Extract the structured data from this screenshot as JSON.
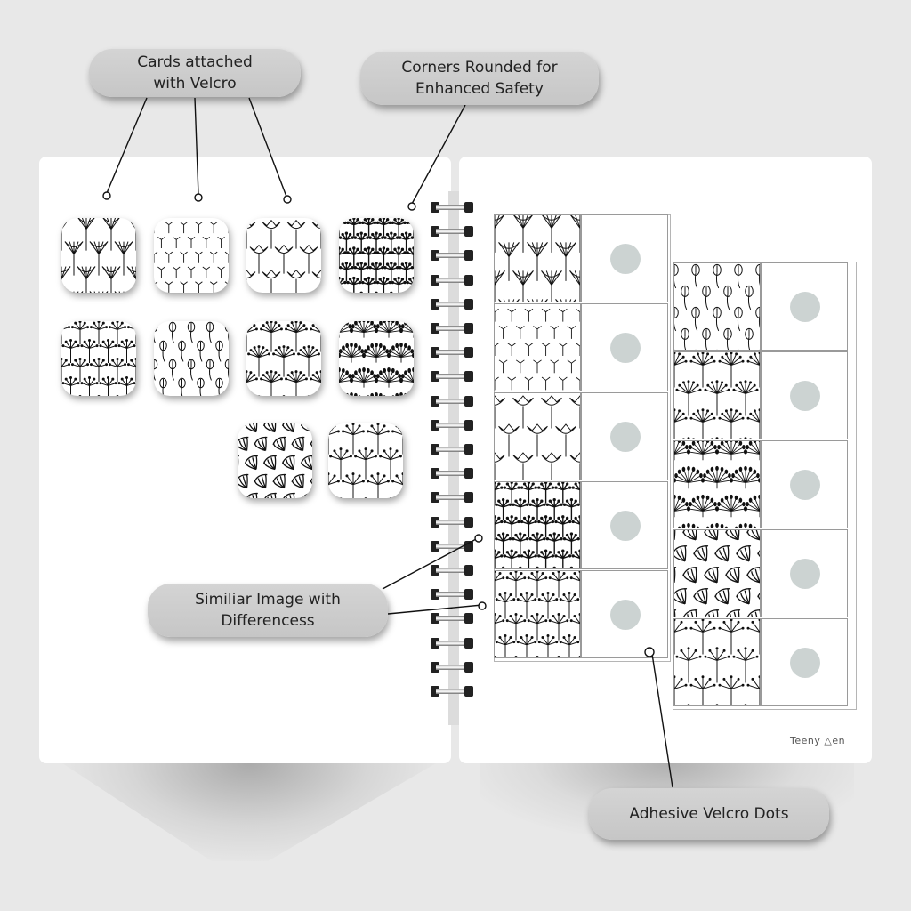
{
  "callouts": {
    "cards_velcro": "Cards attached\nwith Velcro",
    "corners_rounded": "Corners Rounded for\nEnhanced Safety",
    "similar_image": "Similiar Image with\nDifferencess",
    "velcro_dots": "Adhesive Velcro Dots"
  },
  "brand": "Teeny △en",
  "colors": {
    "background": "#e8e8e8",
    "page": "#ffffff",
    "callout": "#cccccc",
    "velcro_dot": "#ccd3d2",
    "ink": "#111111"
  },
  "left_page": {
    "cards": [
      {
        "pattern": "dandelion-cups",
        "row": 1,
        "col": 1
      },
      {
        "pattern": "small-sprigs",
        "row": 1,
        "col": 2
      },
      {
        "pattern": "tulip-buds",
        "row": 1,
        "col": 3
      },
      {
        "pattern": "dense-umbels",
        "row": 1,
        "col": 4
      },
      {
        "pattern": "small-umbels",
        "row": 2,
        "col": 1
      },
      {
        "pattern": "seed-pods",
        "row": 2,
        "col": 2
      },
      {
        "pattern": "fine-dandelions",
        "row": 2,
        "col": 3
      },
      {
        "pattern": "fan-flowers",
        "row": 2,
        "col": 4
      },
      {
        "pattern": "leaf-fans",
        "row": 3,
        "col": 3
      },
      {
        "pattern": "scattered-seeds",
        "row": 3,
        "col": 4
      }
    ]
  },
  "right_page": {
    "sheet_left": [
      "dandelion-cups",
      "small-sprigs",
      "tulip-buds",
      "dense-umbels",
      "small-umbels"
    ],
    "sheet_right": [
      "seed-pods",
      "fine-dandelions",
      "fan-flowers",
      "leaf-fans",
      "scattered-seeds"
    ]
  },
  "spiral": {
    "ring_count": 21
  }
}
